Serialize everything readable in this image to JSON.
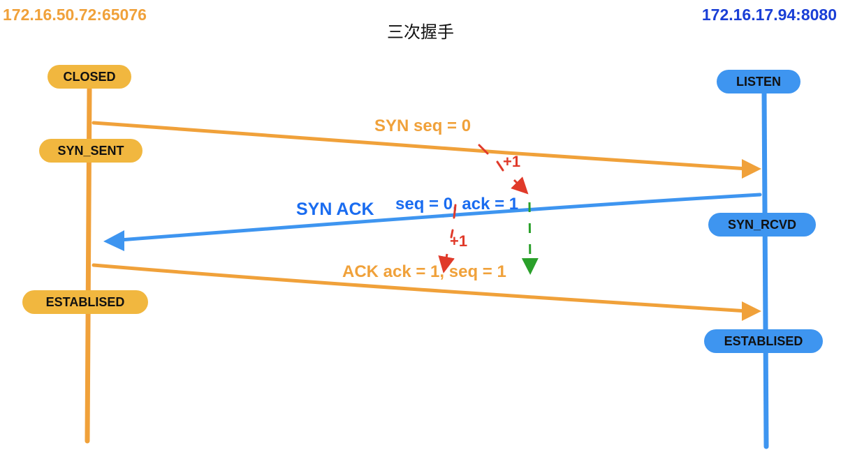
{
  "header": {
    "client_address": "172.16.50.72:65076",
    "server_address": "172.16.17.94:8080",
    "title": "三次握手"
  },
  "client_states": {
    "closed": "CLOSED",
    "syn_sent": "SYN_SENT",
    "established": "ESTABLISED"
  },
  "server_states": {
    "listen": "LISTEN",
    "syn_rcvd": "SYN_RCVD",
    "established": "ESTABLISED"
  },
  "messages": {
    "syn": "SYN seq = 0",
    "syn_ack_flags": "SYN  ACK",
    "syn_ack_values": "seq = 0, ack = 1",
    "ack": "ACK ack = 1,  seq = 1"
  },
  "annotations": {
    "plus_one_a": "+1",
    "plus_one_b": "+1"
  },
  "colors": {
    "client": "#f0a13a",
    "server": "#3e95f0",
    "server_text": "#1a3fd6",
    "annotation_red": "#e03a2a",
    "annotation_green": "#2aa02a"
  }
}
